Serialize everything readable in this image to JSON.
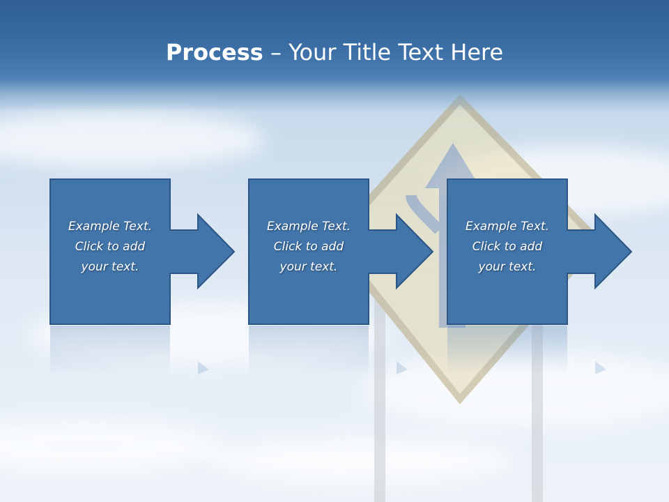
{
  "slide": {
    "title_bold": "Process",
    "title_rest": " – Your Title Text Here"
  },
  "steps": [
    {
      "line1": "Example Text.",
      "line2": "Click  to add",
      "line3": "your text."
    },
    {
      "line1": "Example Text.",
      "line2": "Click  to add",
      "line3": "your text."
    },
    {
      "line1": "Example Text.",
      "line2": "Click  to add",
      "line3": "your text."
    }
  ],
  "colors": {
    "title_band": "#3b6fa6",
    "step_fill": "#4275aa",
    "step_stroke": "#2b5584",
    "sign_yellow": "#f2dfa0",
    "sign_arrow": "#8ea4bd"
  },
  "icons": {
    "background": "merge-road-sign-icon"
  }
}
